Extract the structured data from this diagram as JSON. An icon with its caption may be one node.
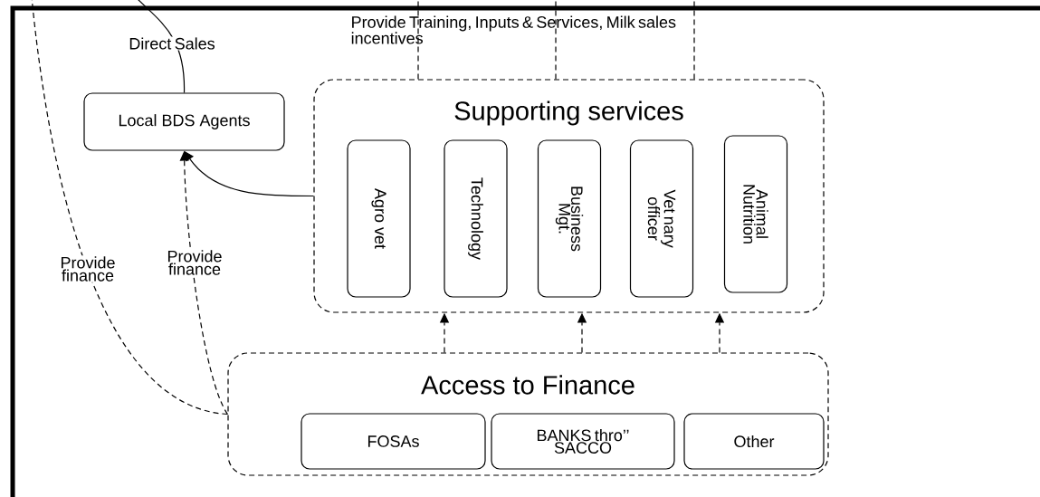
{
  "diagram": {
    "nodes": [
      {
        "text": [
          "Local BDS Agents"
        ]
      },
      {
        "text": [
          "Supporting services"
        ]
      },
      {
        "text": [
          "Agro vet"
        ],
        "in": 1
      },
      {
        "text": [
          "Technology"
        ],
        "in": 1
      },
      {
        "text": [
          "Business Mgt."
        ],
        "in": 1
      },
      {
        "text": [
          "Vet nary officer"
        ],
        "in": 1
      },
      {
        "text": [
          "Animal Nutrition"
        ],
        "in": 1
      },
      {
        "text": [
          "Access to Finance"
        ]
      },
      {
        "text": [
          "FOSAs"
        ],
        "in": 7
      },
      {
        "text": [
          "BANKS thro’’ SACCO"
        ],
        "in": 7
      },
      {
        "text": [
          "Other"
        ],
        "in": 7
      }
    ],
    "edges": [
      {
        "from": 0,
        "to": null,
        "arrow": "none",
        "label": "Direct Sales"
      },
      {
        "from": 1,
        "to": 0,
        "arrow": "to"
      },
      {
        "from": 7,
        "to": 0,
        "arrow": "to",
        "style": "dashed",
        "label": "Provide finance"
      },
      {
        "from": 7,
        "to": null,
        "arrow": "none",
        "style": "dashed",
        "label": "Provide finance"
      },
      {
        "from": 7,
        "to": 1,
        "arrow": "to",
        "style": "dashed"
      },
      {
        "from": 7,
        "to": 1,
        "arrow": "to",
        "style": "dashed"
      },
      {
        "from": 7,
        "to": 1,
        "arrow": "to",
        "style": "dashed"
      },
      {
        "from": 1,
        "to": null,
        "arrow": "none",
        "style": "dashed"
      },
      {
        "from": 1,
        "to": null,
        "arrow": "none",
        "style": "dashed"
      },
      {
        "from": 1,
        "to": null,
        "arrow": "none",
        "style": "dashed"
      }
    ],
    "labels": [
      "Provide Training, Inputs & Services, Milk sales incentives"
    ]
  }
}
